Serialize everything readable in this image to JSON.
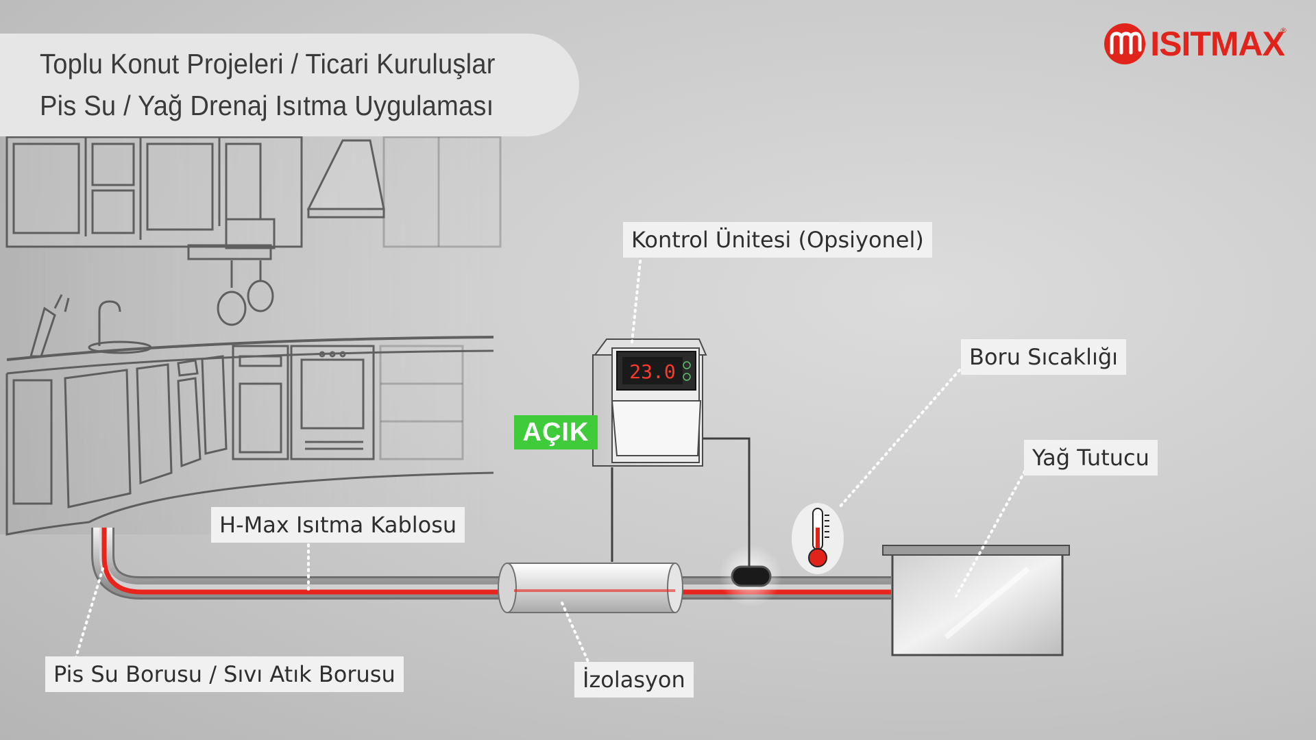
{
  "title": {
    "line1": "Toplu Konut Projeleri / Ticari Kuruluşlar",
    "line2": "Pis Su / Yağ Drenaj Isıtma Uygulaması"
  },
  "brand": {
    "name": "ISITMAX",
    "registered": "®",
    "color": "#e0241b"
  },
  "controller": {
    "display_value": "23.0",
    "status": "AÇIK",
    "status_color": "#3fcb3a"
  },
  "labels": {
    "control_unit": "Kontrol Ünitesi (Opsiyonel)",
    "pipe_temperature": "Boru Sıcaklığı",
    "grease_trap": "Yağ Tutucu",
    "heating_cable": "H-Max Isıtma Kablosu",
    "sewage_pipe": "Pis Su Borusu / Sıvı Atık Borusu",
    "insulation": "İzolasyon"
  },
  "colors": {
    "cable": "#e8241c",
    "pipe": "#b8b8b8",
    "thermo": "#e0241b"
  }
}
